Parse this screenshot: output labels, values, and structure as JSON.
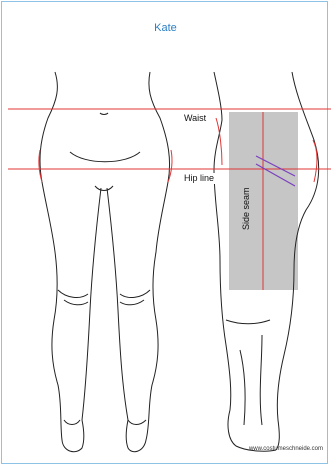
{
  "title": "Kate",
  "labels": {
    "waist": "Waist",
    "hip_line": "Hip line",
    "side_seam": "Side seam"
  },
  "credit": "www.costumeschneide.com",
  "colors": {
    "title": "#2b7fc6",
    "guide_lines": "#e03535",
    "shaded_region": "#c6c6c6",
    "dart_marks": "#7b3fbf",
    "frame": "#8fc3e6"
  }
}
